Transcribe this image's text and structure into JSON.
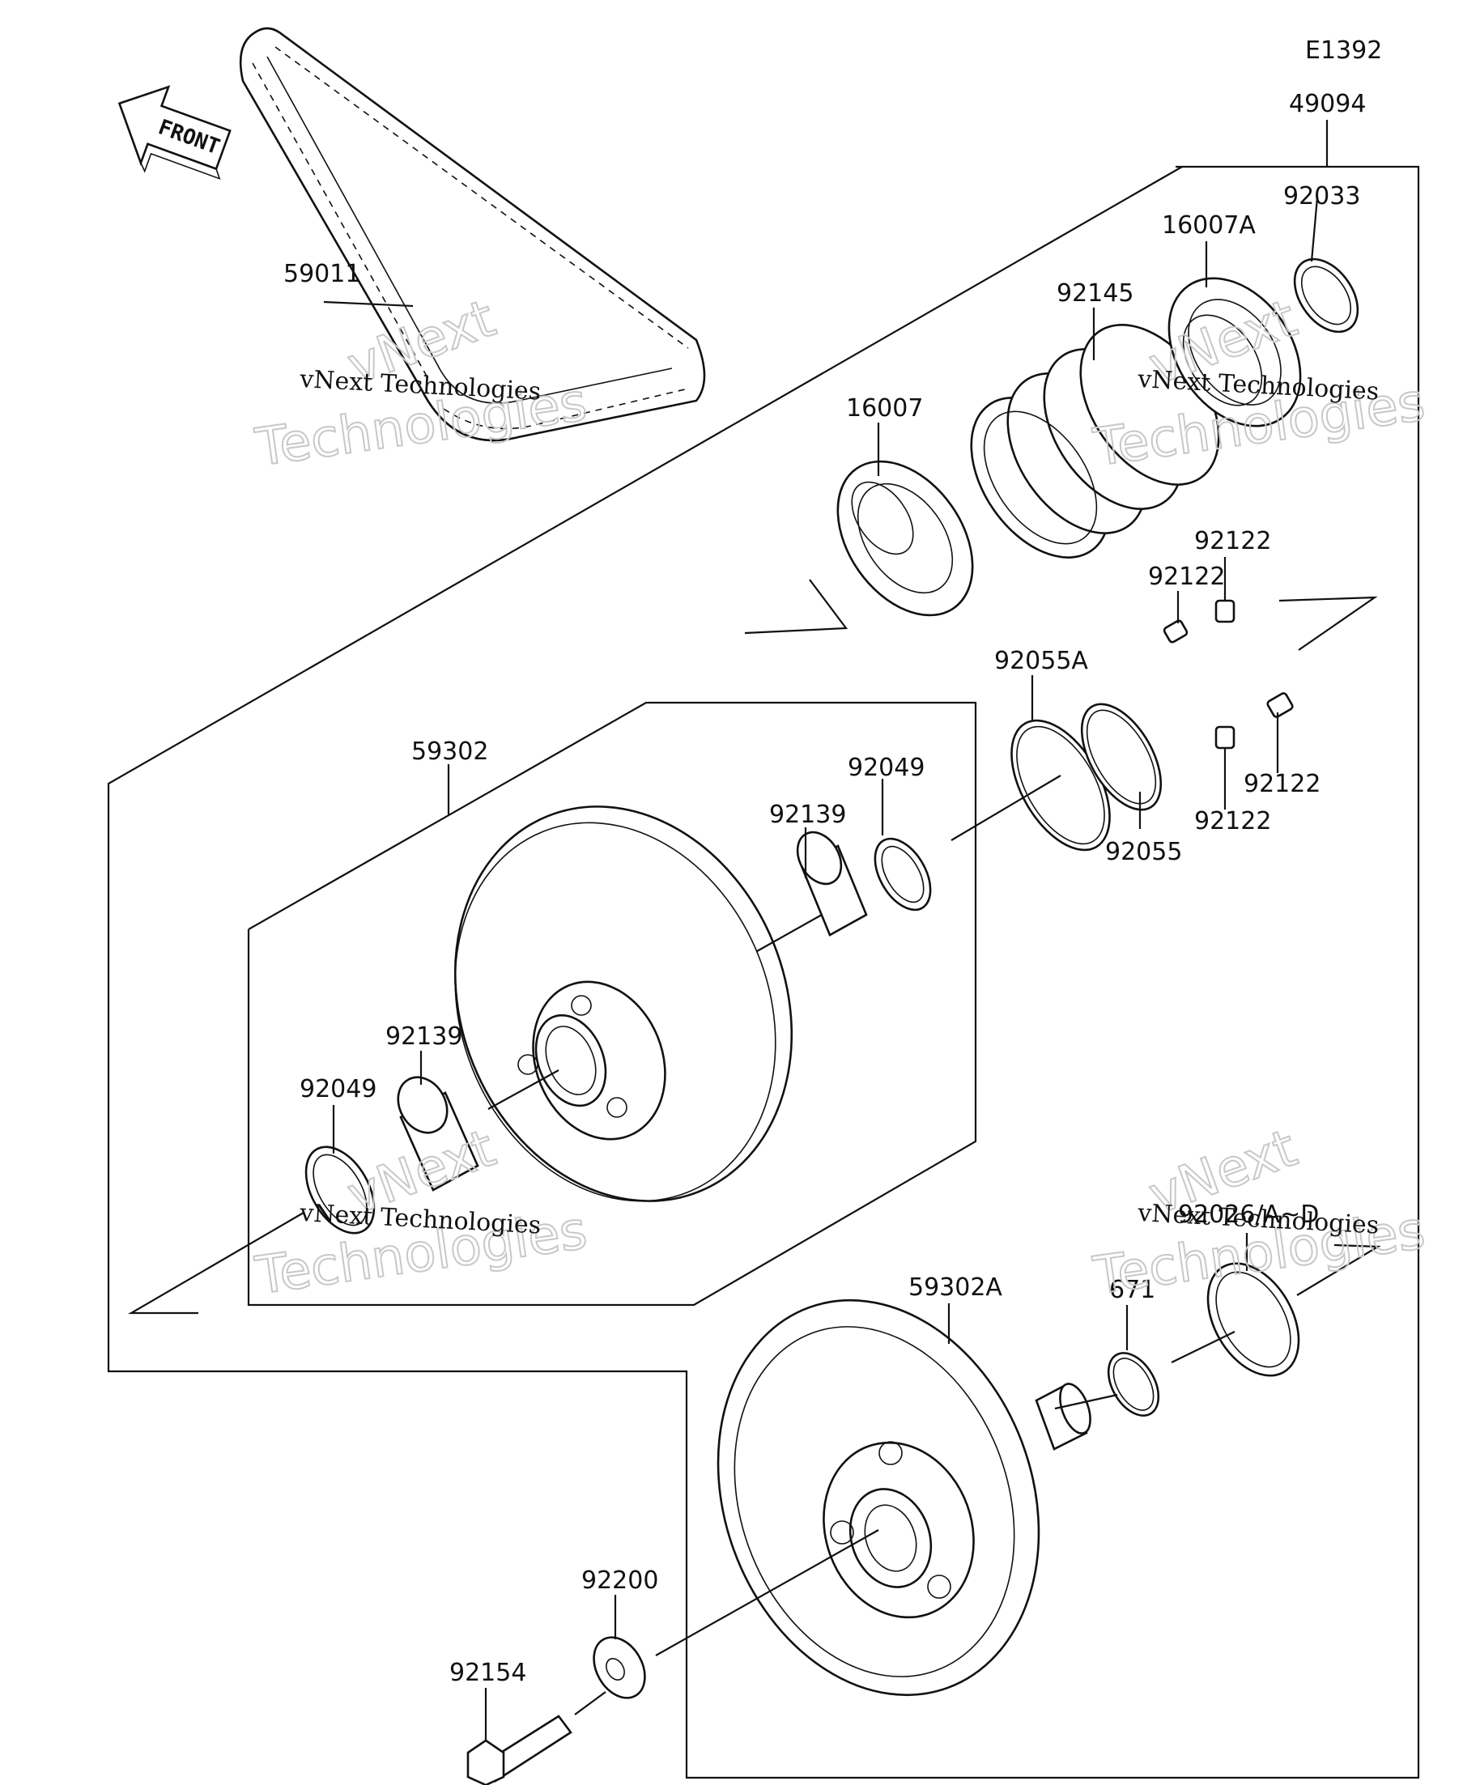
{
  "diagram_code": "E1392",
  "front_arrow": {
    "label": "FRONT",
    "icon": "front-arrow-icon"
  },
  "part_numbers": {
    "p49094": "49094",
    "p92033": "92033",
    "p16007A": "16007A",
    "p92145": "92145",
    "p59011": "59011",
    "p16007": "16007",
    "p92122_a": "92122",
    "p92122_b": "92122",
    "p92122_c": "92122",
    "p92122_d": "92122",
    "p92055A": "92055A",
    "p92055": "92055",
    "p59302": "59302",
    "p92049_a": "92049",
    "p92139_a": "92139",
    "p92139_b": "92139",
    "p92049_b": "92049",
    "p92026": "92026/A~D",
    "p59302A": "59302A",
    "p671": "671",
    "p92200": "92200",
    "p92154": "92154"
  },
  "watermarks": {
    "small_1": "vNext Technologies",
    "small_2": "vNext Technologies",
    "small_3": "vNext Technologies",
    "small_4": "vNext Technologies",
    "big_1": "vNext",
    "big_2": "Technologies",
    "big_3": "vNext",
    "big_4": "Technologies",
    "big_5": "vNext",
    "big_6": "Technologies",
    "big_7": "vNext",
    "big_8": "Technologies"
  }
}
